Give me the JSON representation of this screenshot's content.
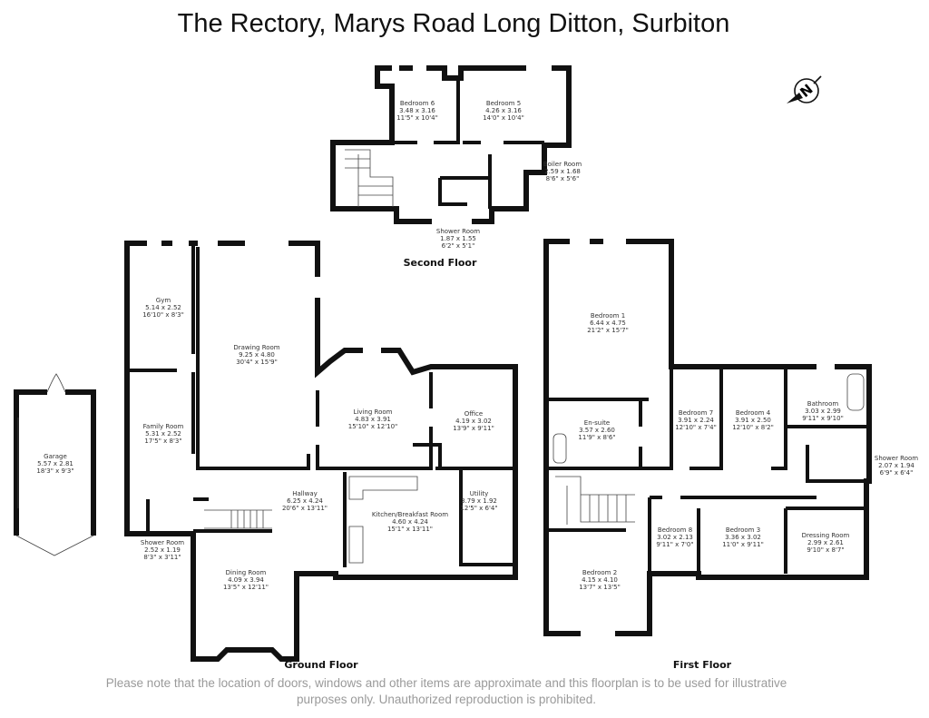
{
  "header": {
    "title": "The Rectory, Marys Road Long Ditton, Surbiton"
  },
  "compass": {
    "label": "N",
    "icon": "north-arrow-icon"
  },
  "floors": {
    "ground": "Ground Floor",
    "first": "First Floor",
    "second": "Second Floor"
  },
  "rooms": {
    "garage": {
      "name": "Garage",
      "metric": "5.57 x 2.81",
      "imperial": "18'3\" x 9'3\""
    },
    "gym": {
      "name": "Gym",
      "metric": "5.14 x 2.52",
      "imperial": "16'10\" x 8'3\""
    },
    "family": {
      "name": "Family Room",
      "metric": "5.31 x 2.52",
      "imperial": "17'5\" x 8'3\""
    },
    "drawing": {
      "name": "Drawing Room",
      "metric": "9.25 x 4.80",
      "imperial": "30'4\" x 15'9\""
    },
    "living": {
      "name": "Living Room",
      "metric": "4.83 x 3.91",
      "imperial": "15'10\" x 12'10\""
    },
    "office": {
      "name": "Office",
      "metric": "4.19 x 3.02",
      "imperial": "13'9\" x 9'11\""
    },
    "hallway": {
      "name": "Hallway",
      "metric": "6.25 x 4.24",
      "imperial": "20'6\" x 13'11\""
    },
    "kitchen": {
      "name": "Kitchen/Breakfast Room",
      "metric": "4.60 x 4.24",
      "imperial": "15'1\" x 13'11\""
    },
    "utility": {
      "name": "Utility",
      "metric": "3.79 x 1.92",
      "imperial": "12'5\" x 6'4\""
    },
    "shower_g": {
      "name": "Shower Room",
      "metric": "2.52 x 1.19",
      "imperial": "8'3\" x 3'11\""
    },
    "dining": {
      "name": "Dining Room",
      "metric": "4.09 x 3.94",
      "imperial": "13'5\" x 12'11\""
    },
    "bed6": {
      "name": "Bedroom 6",
      "metric": "3.48 x 3.16",
      "imperial": "11'5\" x 10'4\""
    },
    "bed5": {
      "name": "Bedroom 5",
      "metric": "4.26 x 3.16",
      "imperial": "14'0\" x 10'4\""
    },
    "boiler": {
      "name": "Boiler Room",
      "metric": "2.59 x 1.68",
      "imperial": "8'6\" x 5'6\""
    },
    "shower_2": {
      "name": "Shower Room",
      "metric": "1.87 x 1.55",
      "imperial": "6'2\" x 5'1\""
    },
    "bed1": {
      "name": "Bedroom 1",
      "metric": "6.44 x 4.75",
      "imperial": "21'2\" x 15'7\""
    },
    "ensuite": {
      "name": "En-suite",
      "metric": "3.57 x 2.60",
      "imperial": "11'9\" x 8'6\""
    },
    "bed7": {
      "name": "Bedroom 7",
      "metric": "3.91 x 2.24",
      "imperial": "12'10\" x 7'4\""
    },
    "bed4": {
      "name": "Bedroom 4",
      "metric": "3.91 x 2.50",
      "imperial": "12'10\" x 8'2\""
    },
    "bathroom": {
      "name": "Bathroom",
      "metric": "3.03 x 2.99",
      "imperial": "9'11\" x 9'10\""
    },
    "shower_1": {
      "name": "Shower Room",
      "metric": "2.07 x 1.94",
      "imperial": "6'9\" x 6'4\""
    },
    "bed8": {
      "name": "Bedroom 8",
      "metric": "3.02 x 2.13",
      "imperial": "9'11\" x 7'0\""
    },
    "bed3": {
      "name": "Bedroom 3",
      "metric": "3.36 x 3.02",
      "imperial": "11'0\" x 9'11\""
    },
    "dressing": {
      "name": "Dressing Room",
      "metric": "2.99 x 2.61",
      "imperial": "9'10\" x 8'7\""
    },
    "bed2": {
      "name": "Bedroom 2",
      "metric": "4.15 x 4.10",
      "imperial": "13'7\" x 13'5\""
    }
  },
  "footer": {
    "line1": "Please note that the location of doors, windows and other items are approximate and this floorplan is to be used for illustrative",
    "line2": "purposes only. Unauthorized reproduction is prohibited."
  }
}
